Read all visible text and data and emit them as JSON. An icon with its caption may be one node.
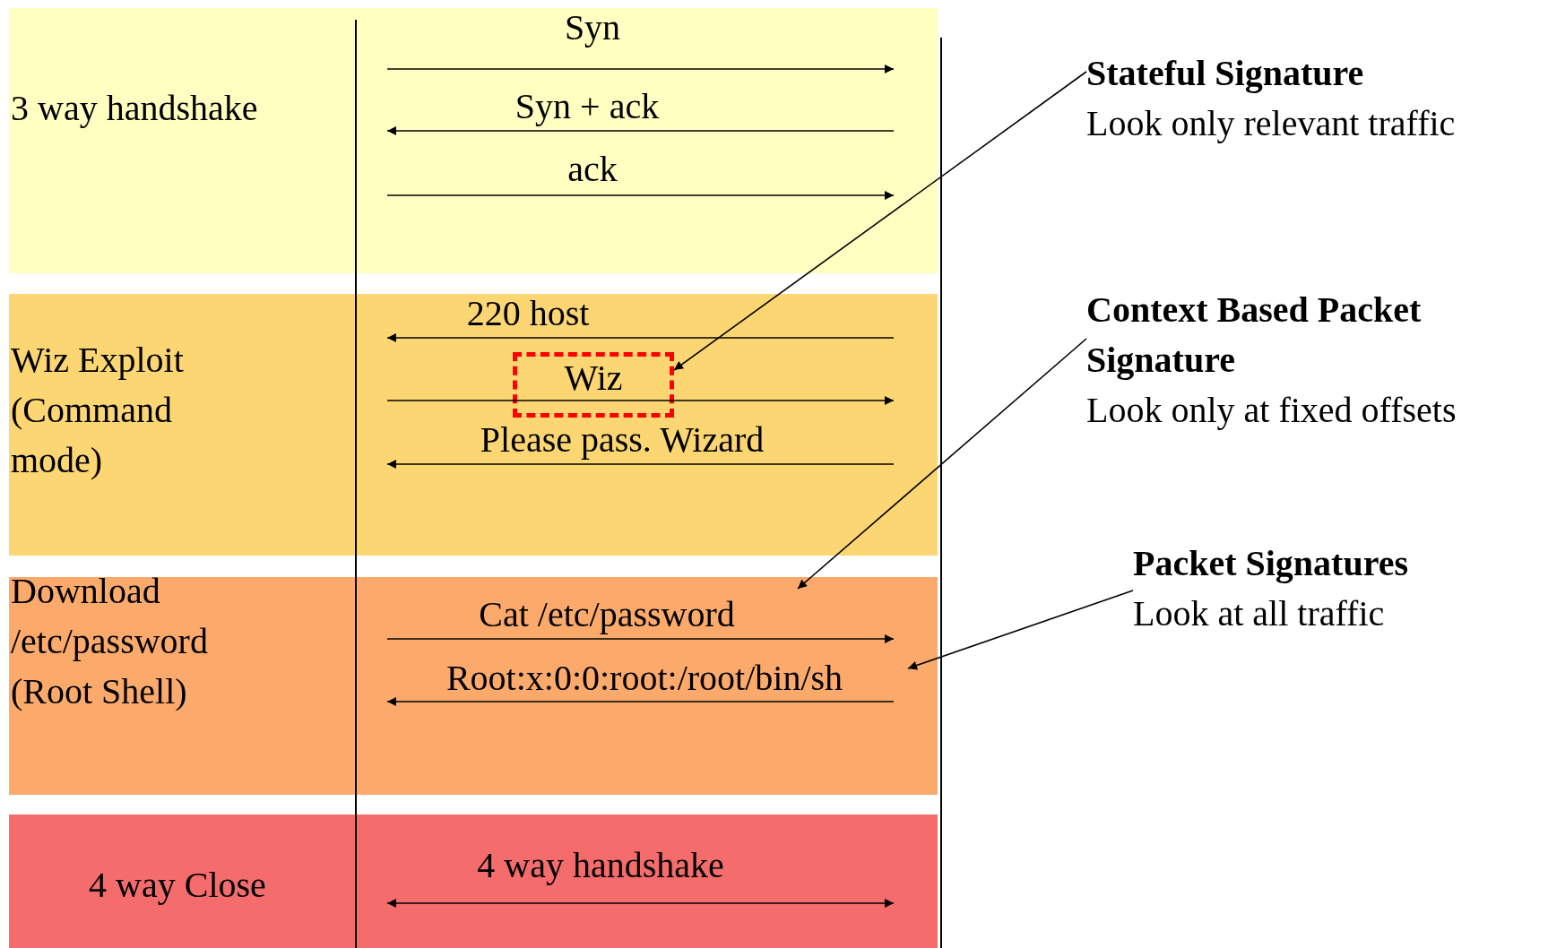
{
  "diagram": {
    "nodes": [
      {
        "text": [
          "3 way handshake"
        ]
      },
      {
        "text": [
          "Wiz Exploit (Command mode)"
        ]
      },
      {
        "text": [
          "Download /etc/password (Root Shell)"
        ]
      },
      {
        "text": [
          "4 way Close"
        ]
      },
      {
        "text": [
          "Stateful Signature",
          "Look only relevant traffic"
        ]
      },
      {
        "text": [
          "Context Based Packet Signature",
          "Look only at fixed offsets"
        ]
      },
      {
        "text": [
          "Packet Signatures",
          "Look at all traffic"
        ]
      },
      {
        "text": [
          "Wiz"
        ],
        "in": 1
      }
    ],
    "edges": [
      {
        "from": 4,
        "to": 7,
        "arrow": "to"
      },
      {
        "from": 5,
        "to": 2,
        "arrow": "to"
      },
      {
        "from": 6,
        "to": 2,
        "arrow": "to"
      }
    ],
    "labels": [
      "Syn",
      "Syn + ack",
      "ack",
      "220 host",
      "Please pass. Wizard",
      "Cat /etc/password",
      "Root:x:0:0:root:/root/bin/sh",
      "4 way handshake"
    ]
  }
}
